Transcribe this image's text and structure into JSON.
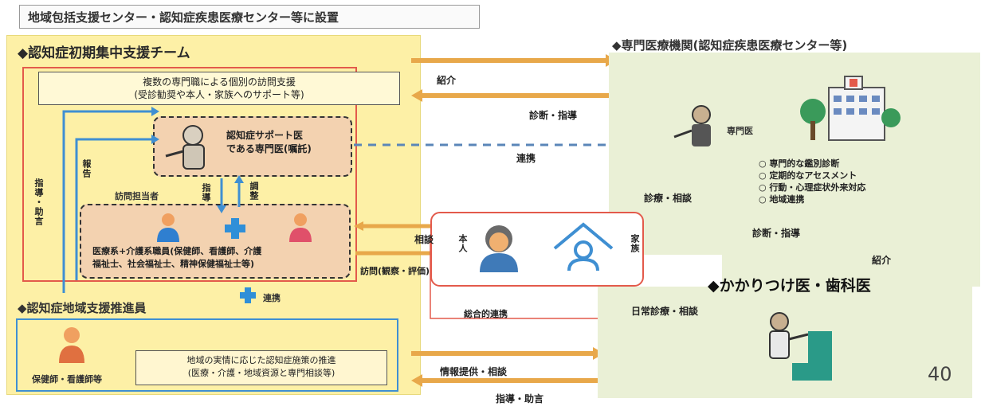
{
  "header": {
    "title": "地域包括支援センター・認知症疾患医療センター等に設置"
  },
  "team": {
    "title": "◆認知症初期集中支援チーム",
    "visit_line1": "複数の専門職による個別の訪問支援",
    "visit_line2": "(受診勧奨や本人・家族へのサポート等)",
    "doctor_line1": "認知症サポート医",
    "doctor_line2": "である専門医(嘱託)",
    "staff_line1": "医療系+介護系職員(保健師、看護師、介護",
    "staff_line2": "福祉士、社会福祉士、精神保健福祉士等)",
    "label_instruct": "指導・助言",
    "label_report": "報告",
    "label_team_member": "訪問担当者",
    "label_guidance": "指導",
    "label_adjust": "調整",
    "label_coop": "連携"
  },
  "supporter": {
    "title": "◆認知症地域支援推進員",
    "caption": "保健師・看護師等",
    "desc_line1": "地域の実情に応じた認知症施策の推進",
    "desc_line2": "(医療・介護・地域資源と専門相談等)"
  },
  "institution": {
    "title": "◆専門医療機関(認知症疾患医療センター等)",
    "doctor_label": "専門医",
    "bullets": [
      "○ 専門的な鑑別診断",
      "○ 定期的なアセスメント",
      "○ 行動・心理症状外来対応",
      "○ 地域連携"
    ]
  },
  "kakari": {
    "title": "◆かかりつけ医・歯科医"
  },
  "home": {
    "person_label": "本人",
    "family_label": "家族"
  },
  "arrows": {
    "referral": "紹介",
    "diagnosis_guidance": "診断・指導",
    "cooperation": "連携",
    "consult": "相談",
    "visit_observe": "訪問(観察・評価)",
    "consultation_advice": "診療・相談",
    "diagnosis_guidance2": "診断・指導",
    "referral2": "紹介",
    "daily_care": "日常診療・相談",
    "comprehensive": "総合的連携",
    "info_consult": "情報提供・相談",
    "guidance_advice": "指導・助言"
  },
  "page_number": "40"
}
